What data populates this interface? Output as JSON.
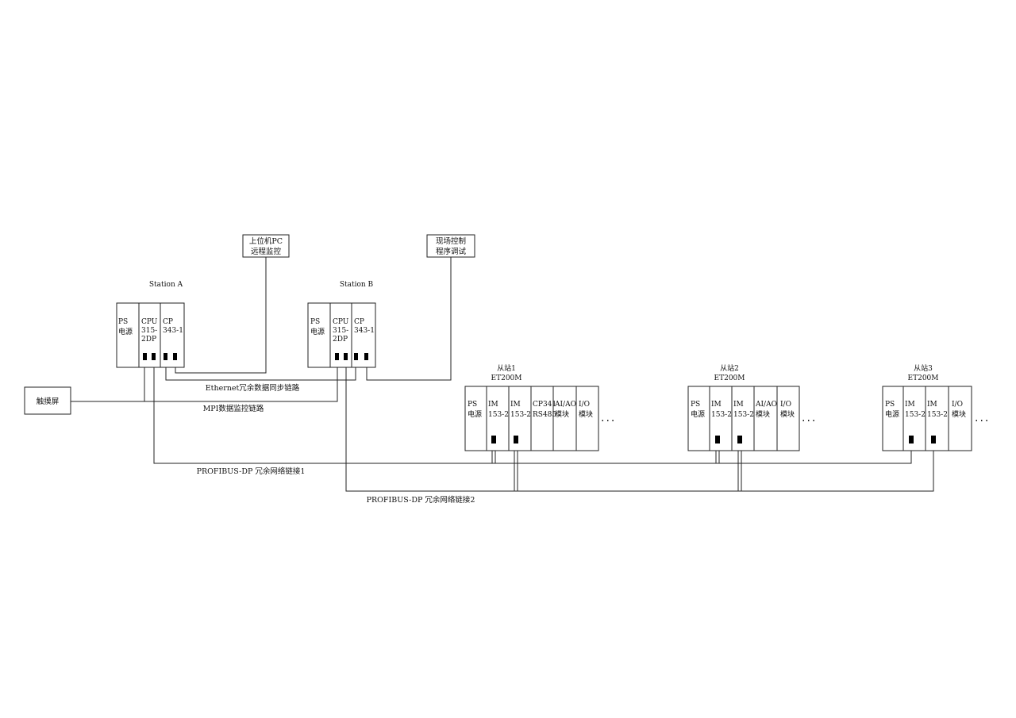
{
  "pc": {
    "line1": "上位机PC",
    "line2": "远程监控"
  },
  "field": {
    "line1": "现场控制",
    "line2": "程序调试"
  },
  "touch": {
    "label": "触摸屏"
  },
  "stations": [
    {
      "title": "Station A",
      "modules": [
        {
          "lines": [
            "PS",
            "电源"
          ]
        },
        {
          "lines": [
            "CPU",
            "315-",
            "2DP"
          ]
        },
        {
          "lines": [
            "CP",
            "343-1"
          ]
        }
      ]
    },
    {
      "title": "Station B",
      "modules": [
        {
          "lines": [
            "PS",
            "电源"
          ]
        },
        {
          "lines": [
            "CPU",
            "315-",
            "2DP"
          ]
        },
        {
          "lines": [
            "CP",
            "343-1"
          ]
        }
      ]
    }
  ],
  "slaves": [
    {
      "title1": "从站1",
      "title2": "ET200M",
      "modules": [
        {
          "lines": [
            "PS",
            "电源"
          ]
        },
        {
          "lines": [
            "IM",
            "153-2"
          ]
        },
        {
          "lines": [
            "IM",
            "153-2"
          ]
        },
        {
          "lines": [
            "CP341",
            "RS485"
          ]
        },
        {
          "lines": [
            "AI/AO",
            "模块"
          ]
        },
        {
          "lines": [
            "I/O",
            "模块"
          ]
        }
      ],
      "ellipsis": "..."
    },
    {
      "title1": "从站2",
      "title2": "ET200M",
      "modules": [
        {
          "lines": [
            "PS",
            "电源"
          ]
        },
        {
          "lines": [
            "IM",
            "153-2"
          ]
        },
        {
          "lines": [
            "IM",
            "153-2"
          ]
        },
        {
          "lines": [
            "AI/AO",
            "模块"
          ]
        },
        {
          "lines": [
            "I/O",
            "模块"
          ]
        }
      ],
      "ellipsis": "..."
    },
    {
      "title1": "从站3",
      "title2": "ET200M",
      "modules": [
        {
          "lines": [
            "PS",
            "电源"
          ]
        },
        {
          "lines": [
            "IM",
            "153-2"
          ]
        },
        {
          "lines": [
            "IM",
            "153-2"
          ]
        },
        {
          "lines": [
            "I/O",
            "模块"
          ]
        }
      ],
      "ellipsis": "..."
    }
  ],
  "links": {
    "ethernet": "Ethernet冗余数据同步链路",
    "mpi": "MPI数据监控链路",
    "dp1": "PROFIBUS-DP 冗余网络链接1",
    "dp2": "PROFIBUS-DP 冗余网络链接2"
  }
}
